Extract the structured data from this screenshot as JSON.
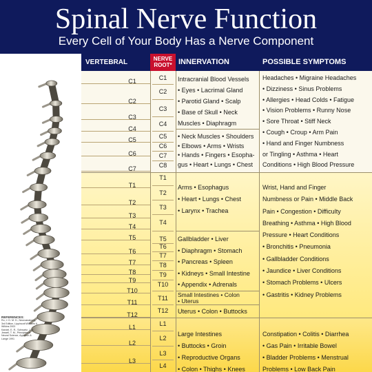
{
  "header": {
    "title": "Spinal Nerve Function",
    "subtitle": "Every Cell of Your Body Has a Nerve Component"
  },
  "columns": {
    "vertebral_level": "VERTEBRAL LEVEL",
    "nerve_root_line1": "NERVE",
    "nerve_root_line2": "ROOT*",
    "innervation": "INNERVATION",
    "possible_symptoms": "POSSIBLE SYMPTOMS"
  },
  "vertebral_levels": [
    "C1",
    "C2",
    "C3",
    "C4",
    "C5",
    "C6",
    "C7",
    "T1",
    "T2",
    "T3",
    "T4",
    "T5",
    "T6",
    "T7",
    "T8",
    "T9",
    "T10",
    "T11",
    "T12",
    "L1",
    "L2",
    "L3"
  ],
  "nerve_roots": [
    "C1",
    "C2",
    "C3",
    "C4",
    "C5",
    "C6",
    "C7",
    "C8",
    "T1",
    "T2",
    "T3",
    "T4",
    "T5",
    "T6",
    "T7",
    "T8",
    "T9",
    "T10",
    "T11",
    "T12",
    "L1",
    "L2",
    "L3",
    "L4"
  ],
  "innervation": {
    "c1": "Intracranial Blood Vessels",
    "c2": "• Eyes • Lacrimal Gland",
    "c3": "• Parotid Gland • Scalp",
    "c4": "• Base of Skull • Neck",
    "c5": "Muscles • Diaphragm",
    "c6": "• Neck Muscles • Shoulders",
    "c7": "• Elbows • Arms • Wrists",
    "c8": "• Hands • Fingers • Esopha-",
    "c9": "gus • Heart • Lungs • Chest",
    "t1": "Arms • Esophagus",
    "t2": "• Heart • Lungs • Chest",
    "t3": "• Larynx • Trachea",
    "t4": "Gallbladder • Liver",
    "t5": "• Diaphragm • Stomach",
    "t6": "• Pancreas • Spleen",
    "t7": "• Kidneys • Small Intestine",
    "t8": "• Appendix • Adrenals",
    "t9": "Small Intestines • Colon",
    "t10": "• Uterus",
    "t11": "Uterus • Colon • Buttocks",
    "l1": "Large Intestines",
    "l2": "• Buttocks • Groin",
    "l3": "• Reproductive Organs",
    "l4": "• Colon • Thighs • Knees"
  },
  "symptoms": {
    "c1": "Headaches • Migraine Headaches",
    "c2": "• Dizziness • Sinus Problems",
    "c3": "• Allergies • Head Colds • Fatigue",
    "c4": "• Vision Problems • Runny Nose",
    "c5": "• Sore Throat • Stiff Neck",
    "c6": "• Cough • Croup • Arm Pain",
    "c7": "• Hand and Finger Numbness",
    "c8": "or Tingling • Asthma • Heart",
    "c9": "Conditions • High Blood Pressure",
    "t1": "Wrist, Hand and Finger",
    "t2": "Numbness or Pain • Middle Back",
    "t3": "Pain • Congestion • Difficulty",
    "t4": "Breathing • Asthma • High Blood",
    "t5": "Pressure • Heart Conditions",
    "t6": "• Bronchitis • Pneumonia",
    "t7": "• Gallbladder Conditions",
    "t8": "• Jaundice • Liver Conditions",
    "t9": "• Stomach Problems • Ulcers",
    "t10": "• Gastritis • Kidney Problems",
    "l1": "Constipation • Colitis • Diarrhea",
    "l2": "• Gas Pain • Irritable Bowel",
    "l3": "• Bladder Problems • Menstrual",
    "l4": "Problems • Low Back Pain"
  },
  "references": {
    "heading": "REFERENCES:",
    "line1": "Ro, J. D. M. D., Neuroanatomy,",
    "line2": "3rd Edition, Lippincott Williams &",
    "line3": "Wilkins 2002",
    "line4": "Kandel, E. R., Schwartz, J. H.",
    "line5": "Jessell, T. M., Principles of",
    "line6": "Neural Science, Appleton &",
    "line7": "Lange 1991"
  },
  "colors": {
    "navy": "#0f1a5c",
    "red": "#c8102e",
    "cervical_band": "#fbf8ec",
    "thoracic_band": "#ffef9a",
    "lumbar_band": "#fcd84a"
  }
}
